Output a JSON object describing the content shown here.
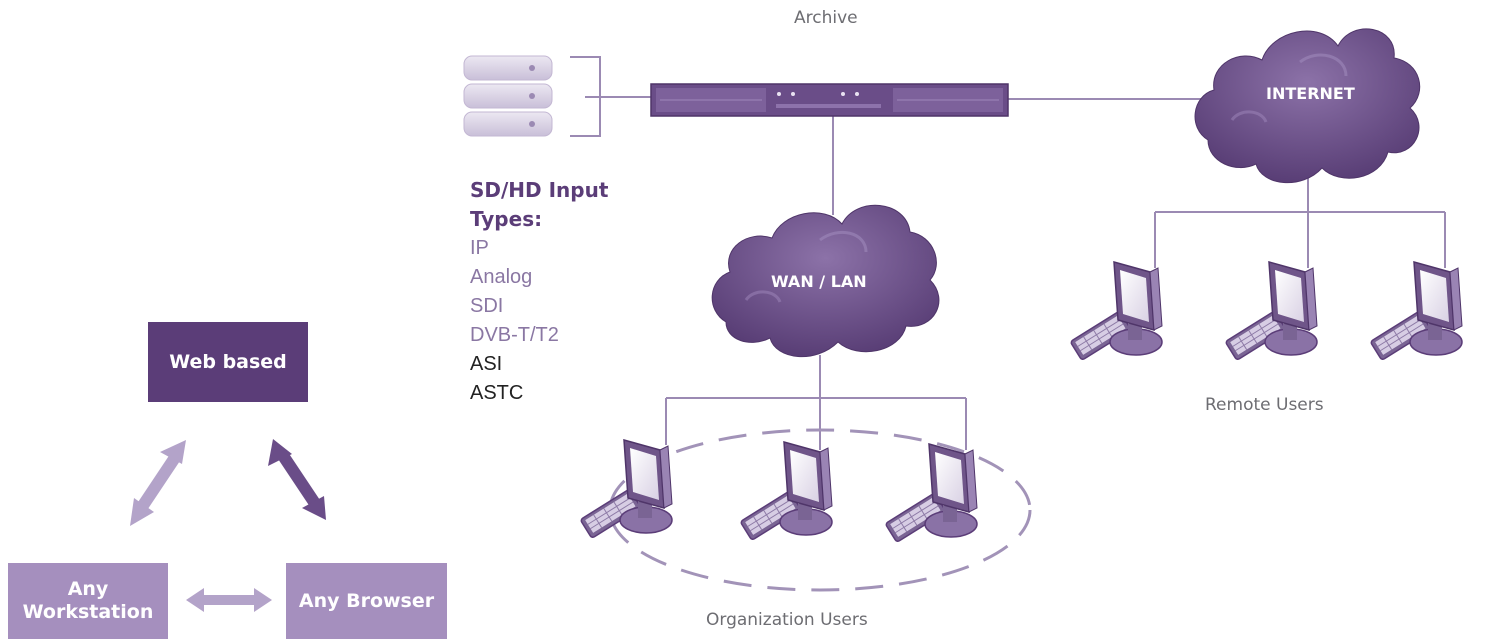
{
  "header": {
    "archive_label": "Archive"
  },
  "input_types": {
    "title_line1": "SD/HD Input",
    "title_line2": "Types:",
    "items": [
      {
        "text": "IP",
        "color": "#8a77a3"
      },
      {
        "text": "Analog",
        "color": "#8a77a3"
      },
      {
        "text": "SDI",
        "color": "#8a77a3"
      },
      {
        "text": "DVB-T/T2",
        "color": "#8a77a3"
      },
      {
        "text": "ASI",
        "color": "#222222"
      },
      {
        "text": "ASTC",
        "color": "#222222"
      }
    ]
  },
  "clouds": {
    "internet": "INTERNET",
    "wan_lan": "WAN / LAN"
  },
  "groups": {
    "remote_users": "Remote Users",
    "organization_users": "Organization Users"
  },
  "access_boxes": {
    "web_based": "Web based",
    "any_workstation_line1": "Any",
    "any_workstation_line2": "Workstation",
    "any_browser": "Any Browser"
  },
  "colors": {
    "dark_purple": "#5b3d78",
    "light_purple": "#a58fbe",
    "line_purple": "#9b8ab3",
    "cloud_purple": "#6a4d88"
  }
}
